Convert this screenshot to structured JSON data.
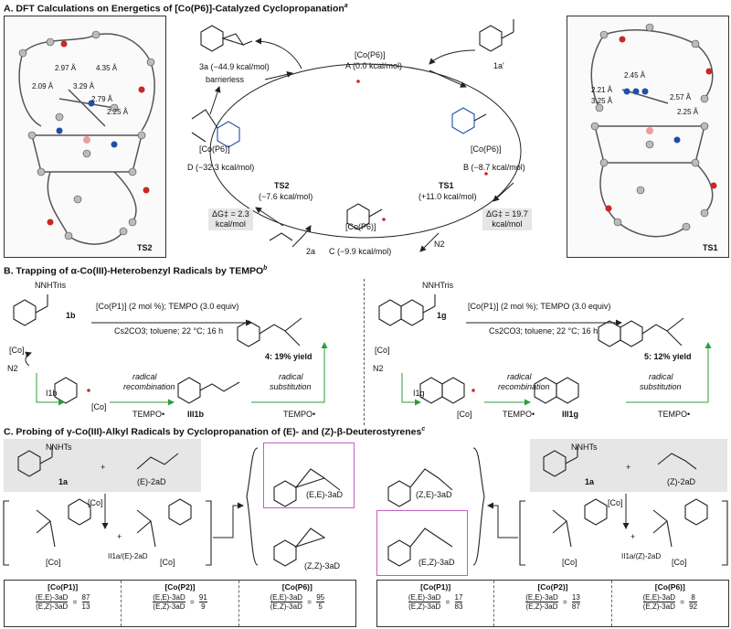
{
  "sectionA": {
    "title": "A. DFT Calculations on Energetics of [Co(P6)]-Catalyzed Cyclopropanation",
    "title_sup": "a",
    "ts2_label": "TS2",
    "ts1_label": "TS1",
    "ts2_distances": [
      "2.97 Å",
      "4.35 Å",
      "2.09 Å",
      "3.29 Å",
      "2.79 Å",
      "2.25 Å"
    ],
    "ts1_distances": [
      "2.45 Å",
      "2.21 Å",
      "3.25 Å",
      "2.57 Å",
      "2.25 Å"
    ],
    "species": {
      "A": "[Co(P6)]",
      "A_energy": "A (0.0 kcal/mol)",
      "B": "[Co(P6)]",
      "B_energy": "B (−8.7 kcal/mol)",
      "C": "[Co(P6)]",
      "C_energy": "C (−9.9 kcal/mol)",
      "D": "[Co(P6)]",
      "D_energy": "D (−32.3 kcal/mol)",
      "p3a": "3a (−44.9 kcal/mol)",
      "barrierless": "barrierless",
      "sub1a": "1a'",
      "sub2a": "2a",
      "TS1": "TS1",
      "TS1_energy": "(+11.0 kcal/mol)",
      "TS2": "TS2",
      "TS2_energy": "(−7.6 kcal/mol)",
      "dG1": "ΔG‡ = 19.7",
      "dG1_unit": "kcal/mol",
      "dG2": "ΔG‡ = 2.3",
      "dG2_unit": "kcal/mol",
      "N2": "N2"
    }
  },
  "sectionB": {
    "title": "B. Trapping of α-Co(III)-Heterobenzyl Radicals by TEMPO",
    "title_sup": "b",
    "left": {
      "reagent": "NNHTris",
      "substrate": "1b",
      "conditions1": "[Co(P1)] (2 mol %); TEMPO (3.0 equiv)",
      "conditions2": "Cs2CO3; toluene; 22 °C; 16 h",
      "product": "4: 19% yield",
      "co": "[Co]",
      "n2": "N2",
      "int1": "I1b",
      "int1_co": "[Co]",
      "step1": "radical",
      "step1b": "recombination",
      "int2": "III1b",
      "step2": "radical",
      "step2b": "substitution",
      "tempo1": "TEMPO•",
      "tempo2": "TEMPO•"
    },
    "right": {
      "reagent": "NNHTris",
      "substrate": "1g",
      "conditions1": "[Co(P1)] (2 mol %); TEMPO (3.0 equiv)",
      "conditions2": "Cs2CO3; toluene; 22 °C; 16 h",
      "product": "5: 12% yield",
      "co": "[Co]",
      "n2": "N2",
      "int1": "I1g",
      "int1_co": "[Co]",
      "step1": "radical",
      "step1b": "recombination",
      "int2": "III1g",
      "step2": "radical",
      "step2b": "substitution",
      "tempo1": "TEMPO•",
      "tempo2": "TEMPO•"
    }
  },
  "sectionC": {
    "title": "C. Probing of γ-Co(III)-Alkyl Radicals by Cyclopropanation of (E)- and (Z)-β-Deuterostyrenes",
    "title_sup": "c",
    "left": {
      "reagent": "NNHTs",
      "sub": "1a",
      "plus": "+",
      "olefin": "(E)-2aD",
      "co": "[Co]",
      "int": "II1a/(E)-2aD",
      "plus2": "+"
    },
    "right": {
      "reagent": "NNHTs",
      "sub": "1a",
      "plus": "+",
      "olefin": "(Z)-2aD",
      "co": "[Co]",
      "int": "II1a/(Z)-2aD",
      "plus2": "+"
    },
    "products": {
      "EE": "(E,E)-3aD",
      "ZZ": "(Z,Z)-3aD",
      "ZE": "(Z,E)-3aD",
      "EZ": "(E,Z)-3aD"
    },
    "ratio_num": "(E,E)-3aD",
    "ratio_den": "(E,Z)-3aD",
    "left_table": [
      {
        "cat": "[Co(P1)]",
        "num": "87",
        "den": "13"
      },
      {
        "cat": "[Co(P2)]",
        "num": "91",
        "den": "9"
      },
      {
        "cat": "[Co(P6)]",
        "num": "95",
        "den": "5"
      }
    ],
    "right_table": [
      {
        "cat": "[Co(P1)]",
        "num": "17",
        "den": "83"
      },
      {
        "cat": "[Co(P2)]",
        "num": "13",
        "den": "87"
      },
      {
        "cat": "[Co(P6)]",
        "num": "8",
        "den": "92"
      }
    ]
  },
  "colors": {
    "accent_green": "#2e9e3a",
    "red": "#c62828",
    "blue": "#1f4fa8",
    "pink": "#c060c0",
    "gray": "#e6e6e6"
  }
}
